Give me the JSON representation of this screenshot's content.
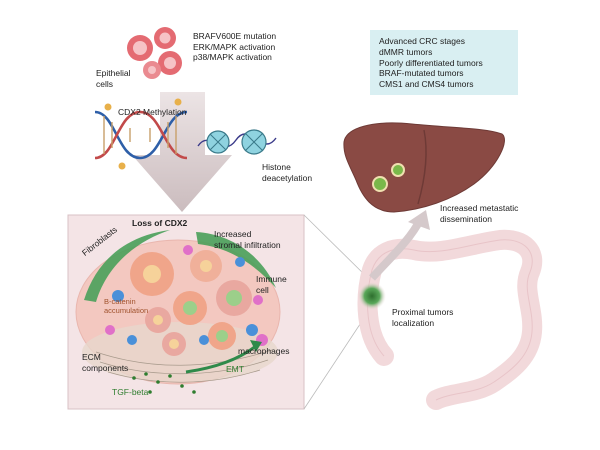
{
  "mutations": {
    "lines": [
      "BRAFV600E mutation",
      "ERK/MAPK activation",
      "p38/MAPK activation"
    ]
  },
  "epithelial": {
    "label": "Epithelial\ncells"
  },
  "epigenetics": {
    "methylation_label": "CDX2 Methylation",
    "histone_label": "Histone\ndeacetylation"
  },
  "infobox": {
    "lines": [
      "Advanced CRC stages",
      "dMMR tumors",
      "Poorly differentiated tumors",
      "BRAF-mutated tumors",
      "CMS1 and CMS4 tumors"
    ],
    "color": "#d9eff2"
  },
  "tumor_panel": {
    "title": "Loss of CDX2",
    "stromal": "Increased\nstromal infiltration",
    "fibroblasts": "Fibroblasts",
    "immune": "Immune\ncell",
    "beta_catenin": "B-catenin\naccumulation",
    "macrophages": "macrophages",
    "ecm": "ECM\ncomponents",
    "emt": "EMT",
    "tgf": "TGF-beta"
  },
  "organs": {
    "metastatic": "Increased metastatic\ndissemination",
    "proximal": "Proximal tumors\nlocalization"
  },
  "colors": {
    "arrow": "#d5c9cb",
    "panel_bg": "#f4e4e6",
    "liver": "#8a4a44",
    "colon": "#f2d9db",
    "tumor": "#3a8a3a",
    "label_green": "#2f7d2f"
  }
}
